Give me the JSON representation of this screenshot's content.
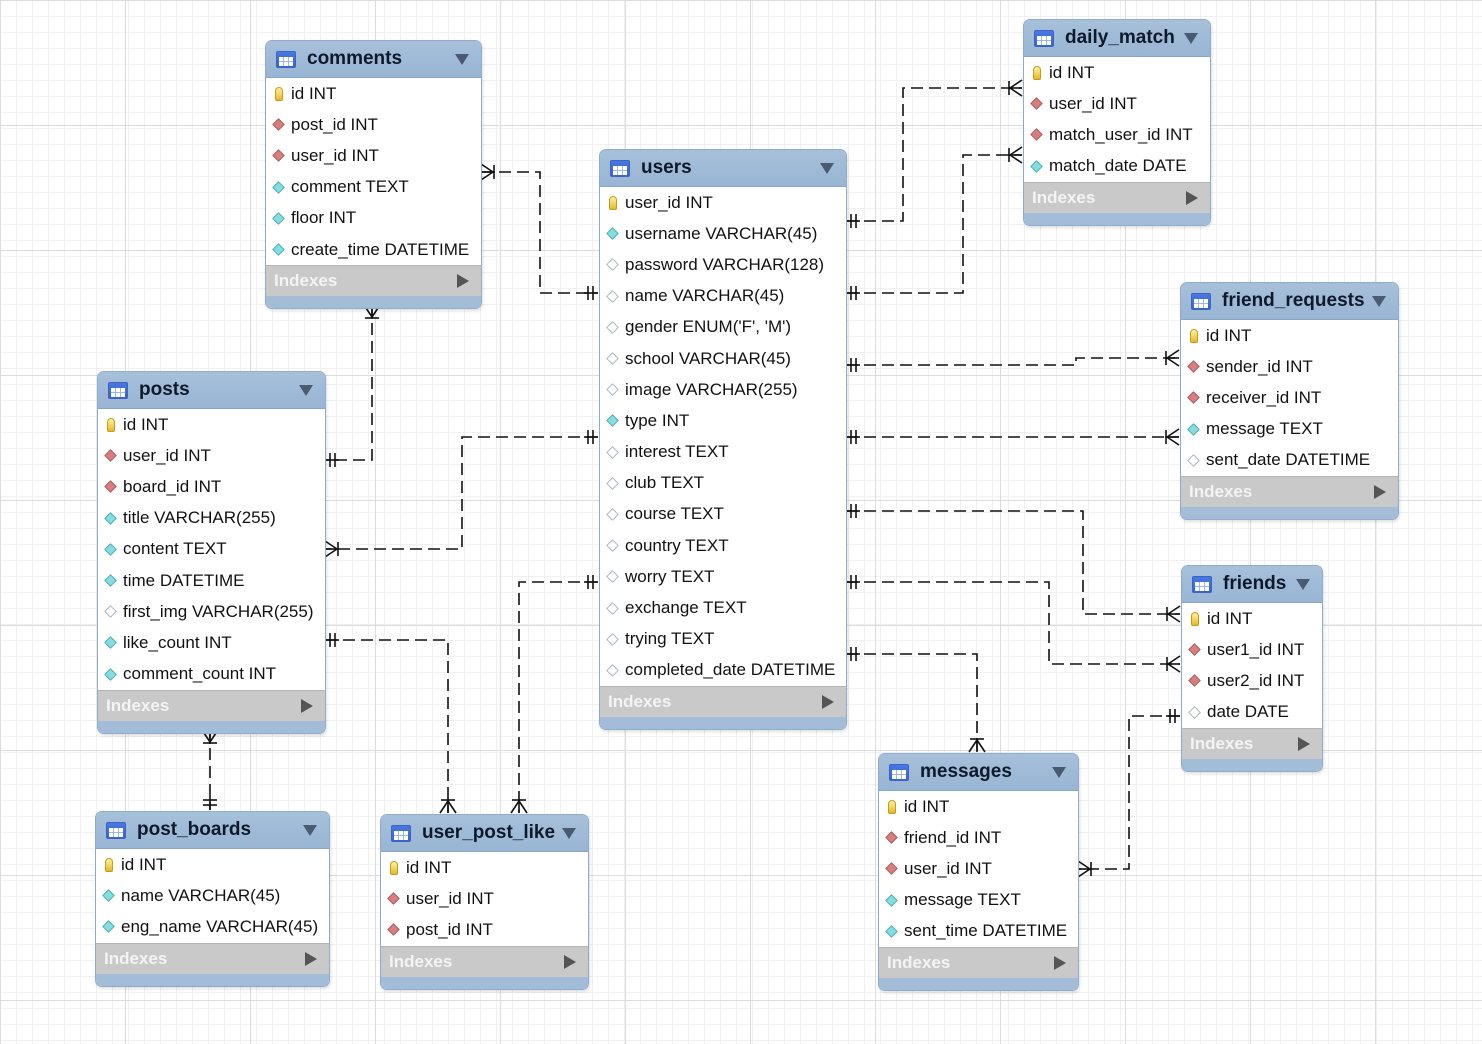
{
  "footer_label": "Indexes",
  "tables": [
    {
      "id": "comments",
      "name": "comments",
      "columns": [
        {
          "name": "id INT",
          "kind": "pk"
        },
        {
          "name": "post_id INT",
          "kind": "fk"
        },
        {
          "name": "user_id INT",
          "kind": "fk"
        },
        {
          "name": "comment TEXT",
          "kind": "nn"
        },
        {
          "name": "floor INT",
          "kind": "nn"
        },
        {
          "name": "create_time DATETIME",
          "kind": "nn"
        }
      ]
    },
    {
      "id": "users",
      "name": "users",
      "columns": [
        {
          "name": "user_id INT",
          "kind": "pk"
        },
        {
          "name": "username VARCHAR(45)",
          "kind": "nn"
        },
        {
          "name": "password VARCHAR(128)",
          "kind": "op"
        },
        {
          "name": "name VARCHAR(45)",
          "kind": "op"
        },
        {
          "name": "gender ENUM('F', 'M')",
          "kind": "op"
        },
        {
          "name": "school VARCHAR(45)",
          "kind": "op"
        },
        {
          "name": "image VARCHAR(255)",
          "kind": "op"
        },
        {
          "name": "type INT",
          "kind": "nn"
        },
        {
          "name": "interest TEXT",
          "kind": "op"
        },
        {
          "name": "club TEXT",
          "kind": "op"
        },
        {
          "name": "course TEXT",
          "kind": "op"
        },
        {
          "name": "country TEXT",
          "kind": "op"
        },
        {
          "name": "worry TEXT",
          "kind": "op"
        },
        {
          "name": "exchange TEXT",
          "kind": "op"
        },
        {
          "name": "trying TEXT",
          "kind": "op"
        },
        {
          "name": "completed_date DATETIME",
          "kind": "op"
        }
      ]
    },
    {
      "id": "daily_match",
      "name": "daily_match",
      "columns": [
        {
          "name": "id INT",
          "kind": "pk"
        },
        {
          "name": "user_id INT",
          "kind": "fk"
        },
        {
          "name": "match_user_id INT",
          "kind": "fk"
        },
        {
          "name": "match_date DATE",
          "kind": "nn"
        }
      ]
    },
    {
      "id": "friend_requests",
      "name": "friend_requests",
      "columns": [
        {
          "name": "id INT",
          "kind": "pk"
        },
        {
          "name": "sender_id INT",
          "kind": "fk"
        },
        {
          "name": "receiver_id INT",
          "kind": "fk"
        },
        {
          "name": "message TEXT",
          "kind": "nn"
        },
        {
          "name": "sent_date DATETIME",
          "kind": "op"
        }
      ]
    },
    {
      "id": "posts",
      "name": "posts",
      "columns": [
        {
          "name": "id INT",
          "kind": "pk"
        },
        {
          "name": "user_id INT",
          "kind": "fk"
        },
        {
          "name": "board_id INT",
          "kind": "fk"
        },
        {
          "name": "title VARCHAR(255)",
          "kind": "nn"
        },
        {
          "name": "content TEXT",
          "kind": "nn"
        },
        {
          "name": "time DATETIME",
          "kind": "nn"
        },
        {
          "name": "first_img VARCHAR(255)",
          "kind": "op"
        },
        {
          "name": "like_count INT",
          "kind": "nn"
        },
        {
          "name": "comment_count INT",
          "kind": "nn"
        }
      ]
    },
    {
      "id": "friends",
      "name": "friends",
      "columns": [
        {
          "name": "id INT",
          "kind": "pk"
        },
        {
          "name": "user1_id INT",
          "kind": "fk"
        },
        {
          "name": "user2_id INT",
          "kind": "fk"
        },
        {
          "name": "date DATE",
          "kind": "op"
        }
      ]
    },
    {
      "id": "messages",
      "name": "messages",
      "columns": [
        {
          "name": "id INT",
          "kind": "pk"
        },
        {
          "name": "friend_id INT",
          "kind": "fk"
        },
        {
          "name": "user_id INT",
          "kind": "fk"
        },
        {
          "name": "message TEXT",
          "kind": "nn"
        },
        {
          "name": "sent_time DATETIME",
          "kind": "nn"
        }
      ]
    },
    {
      "id": "post_boards",
      "name": "post_boards",
      "columns": [
        {
          "name": "id INT",
          "kind": "pk"
        },
        {
          "name": "name VARCHAR(45)",
          "kind": "nn"
        },
        {
          "name": "eng_name VARCHAR(45)",
          "kind": "nn"
        }
      ]
    },
    {
      "id": "user_post_like",
      "name": "user_post_like",
      "columns": [
        {
          "name": "id INT",
          "kind": "pk"
        },
        {
          "name": "user_id INT",
          "kind": "fk"
        },
        {
          "name": "post_id INT",
          "kind": "fk"
        }
      ]
    }
  ],
  "relationships": [
    {
      "parent": "users",
      "parent_column": "user_id INT",
      "child": "comments",
      "child_column": "user_id INT",
      "cardinality": "one-to-many"
    },
    {
      "parent": "posts",
      "parent_column": "id INT",
      "child": "comments",
      "child_column": "post_id INT",
      "cardinality": "one-to-many"
    },
    {
      "parent": "users",
      "parent_column": "user_id INT",
      "child": "daily_match",
      "child_column": "user_id INT",
      "cardinality": "one-to-many"
    },
    {
      "parent": "users",
      "parent_column": "user_id INT",
      "child": "daily_match",
      "child_column": "match_user_id INT",
      "cardinality": "one-to-many"
    },
    {
      "parent": "users",
      "parent_column": "user_id INT",
      "child": "friend_requests",
      "child_column": "sender_id INT",
      "cardinality": "one-to-many"
    },
    {
      "parent": "users",
      "parent_column": "user_id INT",
      "child": "friend_requests",
      "child_column": "receiver_id INT",
      "cardinality": "one-to-many"
    },
    {
      "parent": "users",
      "parent_column": "user_id INT",
      "child": "posts",
      "child_column": "user_id INT",
      "cardinality": "one-to-many"
    },
    {
      "parent": "post_boards",
      "parent_column": "id INT",
      "child": "posts",
      "child_column": "board_id INT",
      "cardinality": "one-to-many"
    },
    {
      "parent": "users",
      "parent_column": "user_id INT",
      "child": "friends",
      "child_column": "user1_id INT",
      "cardinality": "one-to-many"
    },
    {
      "parent": "users",
      "parent_column": "user_id INT",
      "child": "friends",
      "child_column": "user2_id INT",
      "cardinality": "one-to-many"
    },
    {
      "parent": "users",
      "parent_column": "user_id INT",
      "child": "messages",
      "child_column": "user_id INT",
      "cardinality": "one-to-many"
    },
    {
      "parent": "friends",
      "parent_column": "id INT",
      "child": "messages",
      "child_column": "friend_id INT",
      "cardinality": "one-to-many"
    },
    {
      "parent": "users",
      "parent_column": "user_id INT",
      "child": "user_post_like",
      "child_column": "user_id INT",
      "cardinality": "one-to-many"
    },
    {
      "parent": "posts",
      "parent_column": "id INT",
      "child": "user_post_like",
      "child_column": "post_id INT",
      "cardinality": "one-to-many"
    }
  ]
}
